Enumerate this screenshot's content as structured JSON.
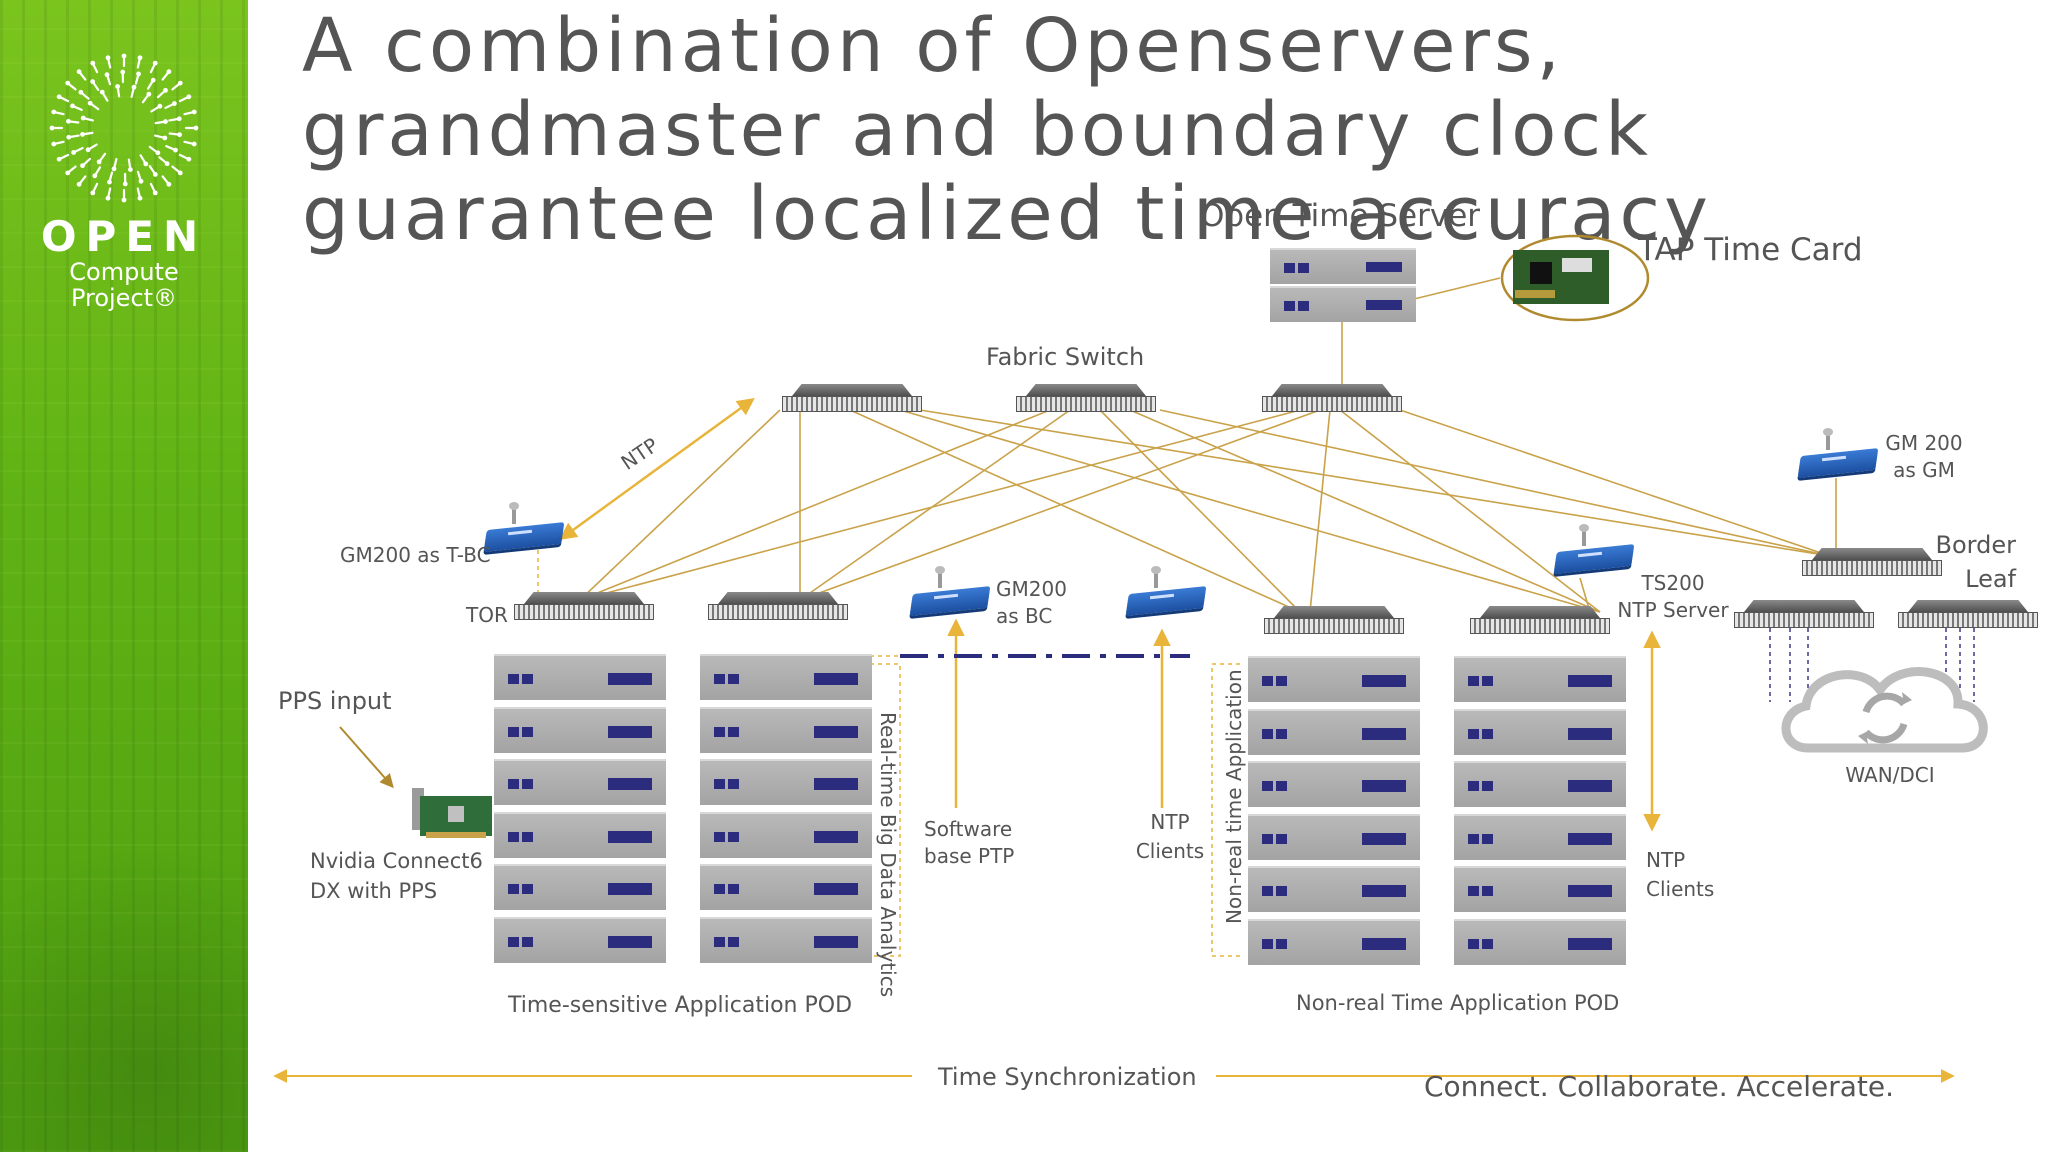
{
  "title": "A combination of Openservers, grandmaster and boundary clock guarantee localized time accuracy",
  "brand": {
    "word": "OPEN",
    "line2": "Compute",
    "line3": "Project®"
  },
  "labels": {
    "open_time_server": "Open Time Server",
    "tap_time_card": "TAP Time Card",
    "fabric_switch": "Fabric Switch",
    "ntp": "NTP",
    "gm200_tbc": "GM200 as T-BC",
    "tor": "TOR",
    "gm200_bc": [
      "GM200",
      "as BC"
    ],
    "gm200_gm": [
      "GM 200",
      "as GM"
    ],
    "border_leaf": [
      "Border",
      "Leaf"
    ],
    "ts200": [
      "TS200",
      "NTP Server"
    ],
    "pps_input": "PPS input",
    "nic": [
      "Nvidia Connect6",
      "DX with PPS"
    ],
    "software_ptp": [
      "Software",
      "base PTP"
    ],
    "ntp_clients_mid": [
      "NTP",
      "Clients"
    ],
    "ntp_clients_right": [
      "NTP",
      "Clients"
    ],
    "realtime_analytics": "Real-time Big Data Analytics",
    "nonrealtime_app": "Non-real time Application",
    "wan_dci": "WAN/DCI",
    "ts_pod": "Time-sensitive Application POD",
    "nrt_pod": "Non-real Time Application POD",
    "time_sync": "Time Synchronization",
    "tagline": "Connect. Collaborate. Accelerate."
  },
  "colors": {
    "accent_green": "#6ab81a",
    "link": "#c9a24a",
    "arrow": "#e8b43a",
    "navy": "#2c2c7e",
    "text": "#555555"
  },
  "icons": [
    "ocp-logo-icon",
    "server-icon",
    "switch-icon",
    "grandmaster-icon",
    "cloud-sync-icon",
    "time-card-icon",
    "nic-card-icon"
  ]
}
